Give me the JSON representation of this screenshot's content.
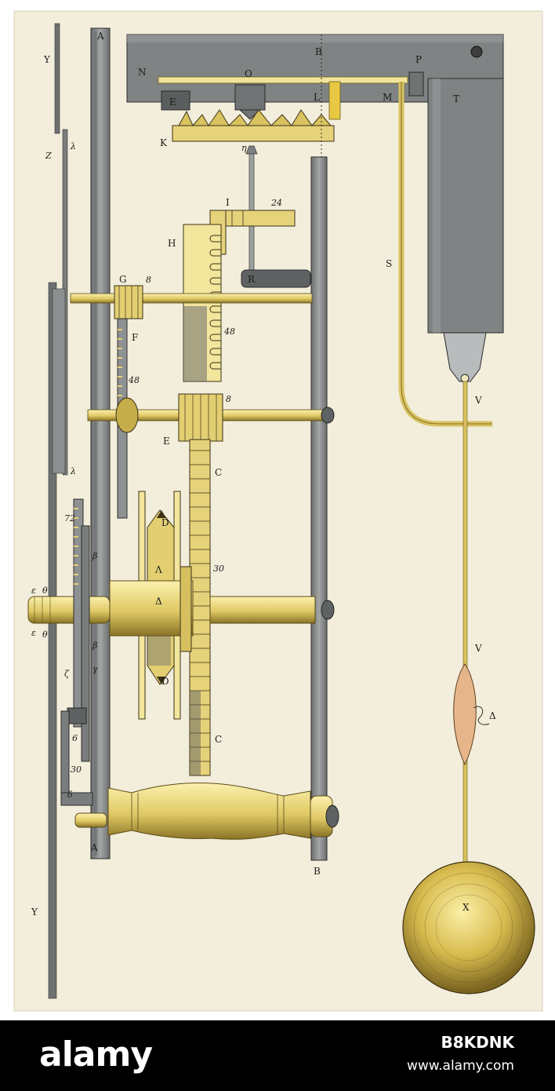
{
  "labels": {
    "Y_top": "Y",
    "A_top": "A",
    "B_top": "B",
    "N": "N",
    "O": "O",
    "P": "P",
    "T": "T",
    "E_escape": "E",
    "L": "L",
    "M": "M",
    "K": "K",
    "eta": "η",
    "I": "I",
    "n24": "24",
    "H": "H",
    "R": "R",
    "S": "S",
    "G": "G",
    "n8_top": "8",
    "F": "F",
    "n48_mid": "48",
    "n48_left": "48",
    "n8_mid": "8",
    "E_mid": "E",
    "C_top": "C",
    "V_top": "V",
    "lambda_top": "λ",
    "lambda_low": "λ",
    "Z": "Z",
    "D_top": "D",
    "Lambda": "Λ",
    "Delta_drum": "Δ",
    "n30": "30",
    "n72": "72",
    "beta_top": "β",
    "epsilon_top": "ε",
    "theta_top": "θ",
    "epsilon_low": "ε",
    "theta_low": "θ",
    "beta_low": "β",
    "gamma": "γ",
    "zeta": "ζ",
    "D_low": "D",
    "V_mid": "V",
    "Delta_bob": "Δ",
    "C_low": "C",
    "n6": "6",
    "n30_low": "30",
    "delta": "δ",
    "A_low": "A",
    "B_low": "B",
    "X": "X",
    "Y_low": "Y"
  },
  "footer": {
    "brand": "alamy",
    "image_code": "B8KDNK",
    "site": "www.alamy.com"
  },
  "colors": {
    "paper": "#f3eedb",
    "brass": "#e3cf72",
    "brass_light": "#f2e59c",
    "steel": "#8c8f8f",
    "steel_dark": "#5f6262",
    "ink": "#1a1a1a",
    "bob": "#d6b84a",
    "footer_bg": "#000000",
    "footer_text": "#ffffff"
  }
}
